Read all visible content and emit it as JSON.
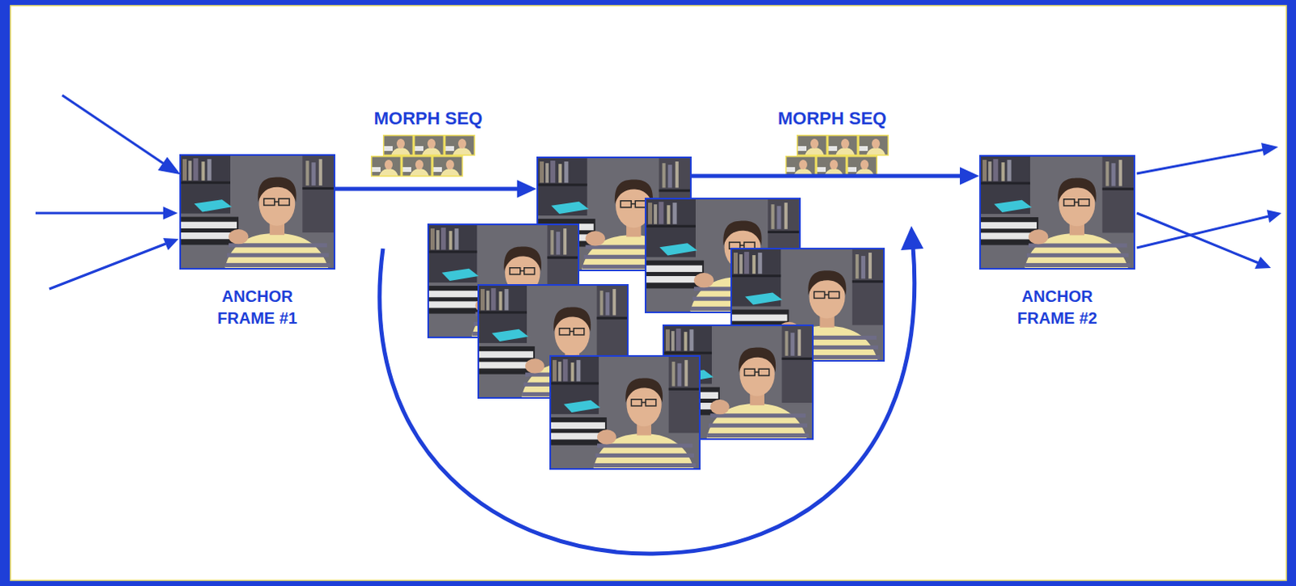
{
  "diagram": {
    "nodes": [
      {
        "text": [
          "ANCHOR FRAME #1"
        ]
      },
      {
        "text": []
      },
      {
        "text": [
          "ANCHOR FRAME #2"
        ]
      }
    ],
    "edges": [
      {
        "from": 0,
        "to": 1,
        "arrow": "to",
        "label": "MORPH SEQ"
      },
      {
        "from": 1,
        "to": 2,
        "arrow": "to",
        "label": "MORPH SEQ"
      }
    ]
  }
}
